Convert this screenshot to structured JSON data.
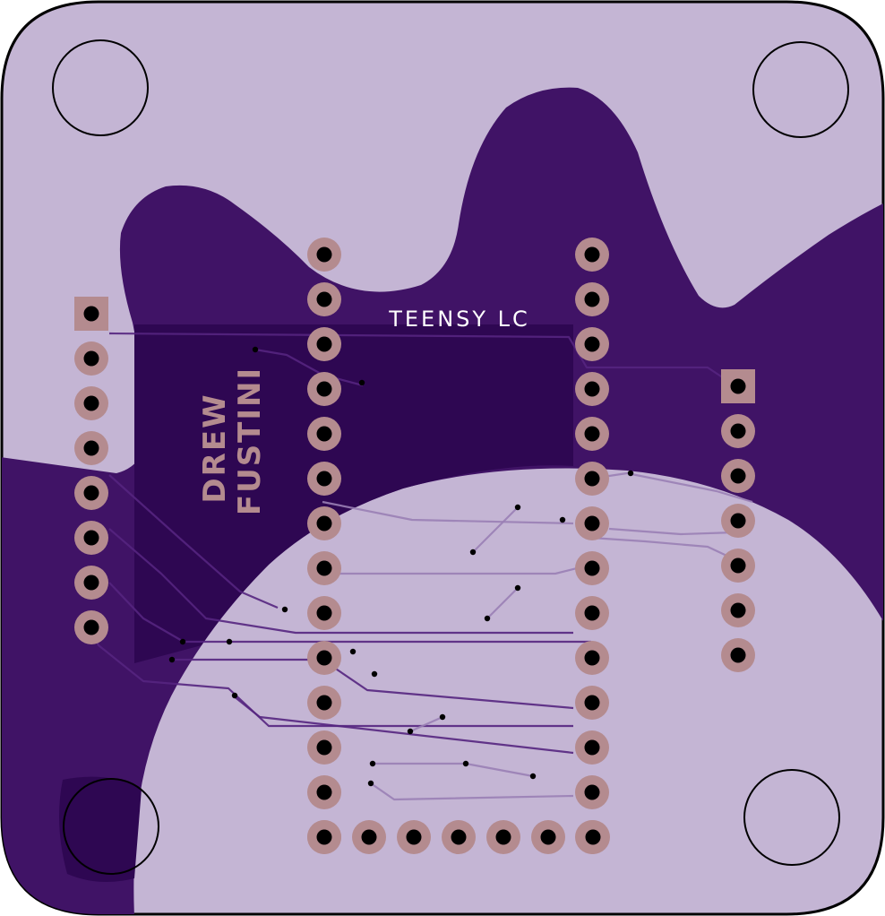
{
  "board": {
    "silkscreen_title": "TEENSY LC",
    "author_line1": "DREW",
    "author_line2": "FUSTINI"
  },
  "colors": {
    "board_light": "#c4b5d4",
    "board_dark": "#401366",
    "board_darker": "#2e0752",
    "outline": "#000000",
    "pad_copper": "#b48b8f",
    "pad_hole": "#000000",
    "silkscreen": "#ffffff",
    "author_text": "#b48b8f",
    "trace": "#9a7fb5",
    "trace_dark": "#552580"
  },
  "headers": {
    "left": {
      "pins": 8,
      "first_pin_square": true
    },
    "right": {
      "pins": 7,
      "first_pin_square": true
    },
    "teensy_left_column": {
      "pins": 14
    },
    "teensy_right_column": {
      "pins": 14
    },
    "teensy_bottom_row": {
      "pins": 7
    }
  },
  "mounting_holes": 4
}
